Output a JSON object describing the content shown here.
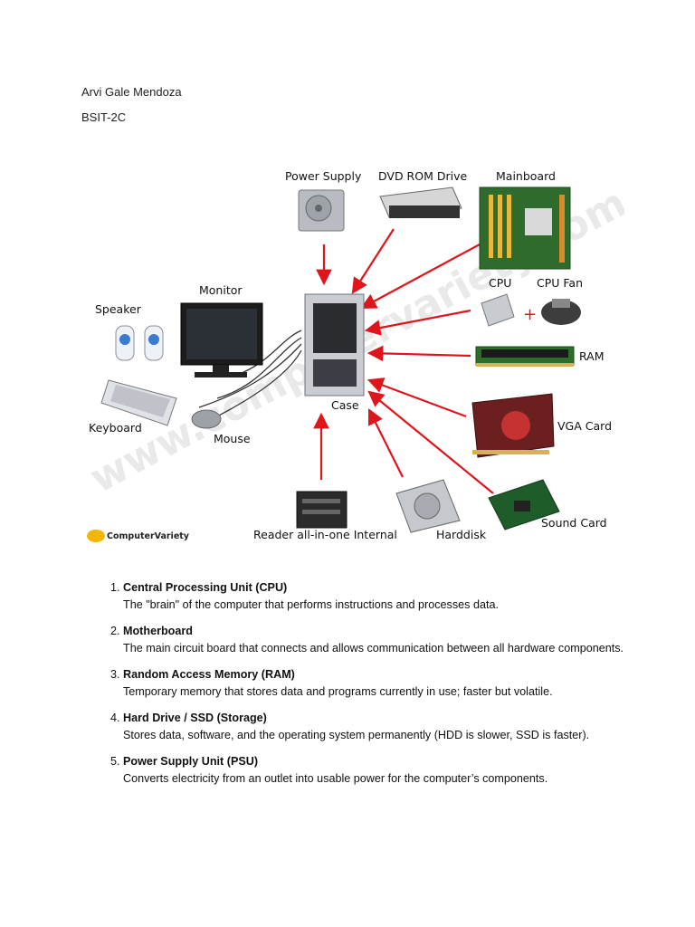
{
  "header": {
    "name": "Arvi Gale Mendoza",
    "section": "BSIT-2C"
  },
  "figure": {
    "labels": {
      "power_supply": "Power Supply",
      "dvd_rom": "DVD ROM Drive",
      "mainboard": "Mainboard",
      "cpu": "CPU",
      "cpu_fan": "CPU Fan",
      "plus": "+",
      "monitor": "Monitor",
      "speaker": "Speaker",
      "ram": "RAM",
      "case": "Case",
      "keyboard": "Keyboard",
      "mouse": "Mouse",
      "vga": "VGA Card",
      "sound": "Sound Card",
      "reader": "Reader all-in-one Internal",
      "harddisk": "Harddisk"
    },
    "logo_text": "ComputerVariety",
    "watermark": "www.computervariety.com",
    "colors": {
      "arrow": "#e0141b",
      "case": "#c9ccd0",
      "board": "#2f6b2c"
    }
  },
  "parts": [
    {
      "term": "Central Processing Unit (CPU)",
      "desc": "The \"brain\" of the computer that performs instructions and processes data."
    },
    {
      "term": "Motherboard",
      "desc": "The main circuit board that connects and allows communication between all hardware components."
    },
    {
      "term": "Random Access Memory (RAM)",
      "desc": "Temporary memory that stores data and programs currently in use; faster but volatile."
    },
    {
      "term": "Hard Drive / SSD (Storage)",
      "desc": "Stores data, software, and the operating system permanently (HDD is slower, SSD is faster)."
    },
    {
      "term": "Power Supply Unit (PSU)",
      "desc": "Converts electricity from an outlet into usable power for the computer’s components."
    }
  ]
}
